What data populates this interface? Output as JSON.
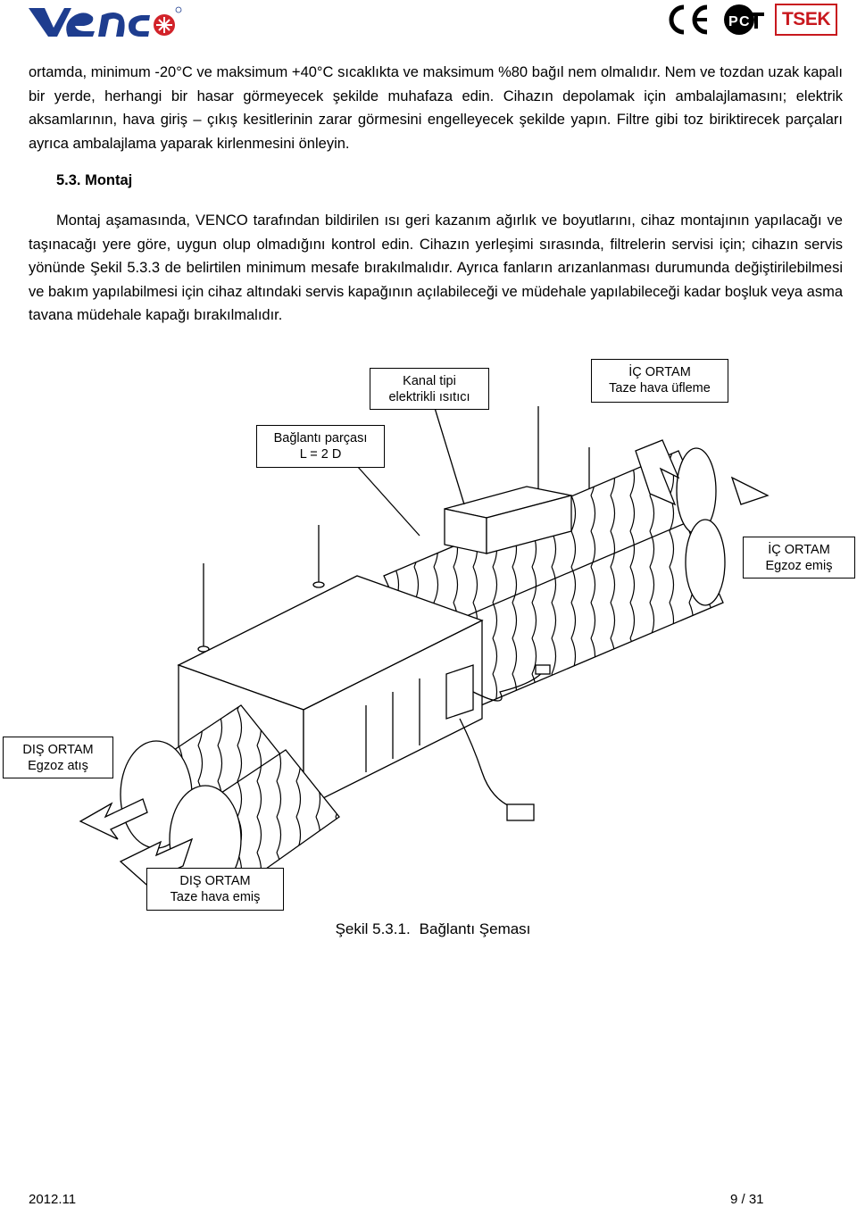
{
  "header": {
    "logo_text": "VENCO",
    "certifications": [
      "CE",
      "PCT",
      "TSEK"
    ]
  },
  "body": {
    "paragraph1": "ortamda, minimum -20°C ve maksimum +40°C sıcaklıkta ve maksimum %80 bağıl nem olmalıdır. Nem ve tozdan uzak kapalı bir yerde, herhangi bir hasar görmeyecek şekilde muhafaza edin. Cihazın depolamak için ambalajlamasını; elektrik aksamlarının, hava giriş – çıkış kesitlerinin zarar görmesini engelleyecek şekilde yapın. Filtre gibi toz biriktirecek parçaları ayrıca ambalajlama yaparak kirlenmesini önleyin.",
    "section_heading": "5.3. Montaj",
    "paragraph2": "Montaj aşamasında, VENCO tarafından bildirilen ısı geri kazanım ağırlık ve boyutlarını, cihaz montajının yapılacağı ve taşınacağı yere göre, uygun olup olmadığını kontrol edin. Cihazın yerleşimi sırasında, filtrelerin servisi için; cihazın servis yönünde Şekil 5.3.3 de belirtilen minimum mesafe bırakılmalıdır. Ayrıca fanların arızanlanması durumunda değiştirilebilmesi ve bakım yapılabilmesi için cihaz altındaki servis kapağının açılabileceği ve müdehale yapılabileceği kadar boşluk veya asma tavana müdehale kapağı bırakılmalıdır."
  },
  "diagram": {
    "labels": {
      "heater_line1": "Kanal tipi",
      "heater_line2": "elektrikli ısıtıcı",
      "supply_line1": "İÇ ORTAM",
      "supply_line2": "Taze hava üfleme",
      "connector_line1": "Bağlantı parçası",
      "connector_line2": "L = 2 D",
      "indoor_exhaust_line1": "İÇ ORTAM",
      "indoor_exhaust_line2": "Egzoz emiş",
      "outdoor_exhaust_line1": "DIŞ ORTAM",
      "outdoor_exhaust_line2": "Egzoz atış",
      "outdoor_fresh_line1": "DIŞ ORTAM",
      "outdoor_fresh_line2": "Taze hava emiş"
    },
    "caption_number": "Şekil 5.3.1.",
    "caption_text": "Bağlantı Şeması"
  },
  "footer": {
    "date": "2012.11",
    "page": "9 / 31"
  },
  "colors": {
    "logo_blue": "#1e3d8f",
    "logo_red": "#d2232a",
    "tsek_red": "#c8181e"
  }
}
